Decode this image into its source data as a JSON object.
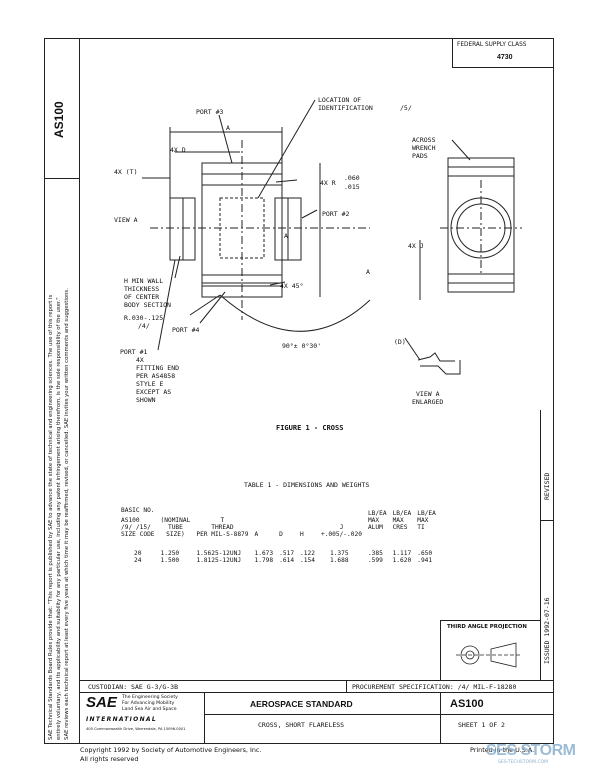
{
  "doc_id": "AS100",
  "federal_supply": {
    "label": "FEDERAL SUPPLY CLASS",
    "value": "4730"
  },
  "side_notes": [
    "SAE Technical Standards Board Rules provide that: \"This report is published by SAE to advance the state of technical and engineering sciences. The use of this report is",
    "entirely voluntary, and its applicability and suitability for any particular use, including any patent infringement arising therefrom, is the sole responsibility of the user.\"",
    "SAE reviews each technical report at least every five years at which time it may be reaffirmed, revised, or cancelled. SAE invites your written comments and suggestions."
  ],
  "figure": {
    "caption": "FIGURE 1 - CROSS",
    "labels": {
      "port3": "PORT #3",
      "location": "LOCATION OF",
      "identification": "IDENTIFICATION",
      "loc_note": "/5/",
      "a_top": "A",
      "d4x": "4X D",
      "t4x": "4X (T)",
      "view_a": "VIEW A",
      "r4x": "4X R",
      "r_up": ".060",
      "r_dn": ".015",
      "port2": "PORT #2",
      "a_mid": "A",
      "h_min": "H MIN WALL",
      "thickness": "THICKNESS",
      "of_center": "OF CENTER",
      "body_section": "BODY SECTION",
      "radius": "R.030-.125",
      "radius_note": "/4/",
      "port4": "PORT #4",
      "angle45": "4X 45°",
      "angle90": "90°± 0°30'",
      "a_right": "A",
      "port1": "PORT #1",
      "port1_4x": "4X",
      "fitting_end": "FITTING END",
      "per_as": "PER AS4858",
      "style_e": "STYLE E",
      "except": "EXCEPT AS",
      "shown": "SHOWN",
      "across": "ACROSS",
      "wrench": "WRENCH",
      "pads": "PADS",
      "j4x": "4X J",
      "d_call": "(D)",
      "view_a_enl": "VIEW A",
      "enlarged": "ENLARGED"
    }
  },
  "table": {
    "title": "TABLE 1 - DIMENSIONS AND WEIGHTS",
    "headers": [
      [
        "BASIC NO.",
        "AS100",
        "/9/ /15/",
        "SIZE CODE"
      ],
      [
        "",
        "(NOMINAL",
        "TUBE",
        "SIZE)"
      ],
      [
        "",
        "T",
        "THREAD",
        "PER MIL-S-8879"
      ],
      [
        "",
        "",
        "",
        "A"
      ],
      [
        "",
        "",
        "",
        "D"
      ],
      [
        "",
        "",
        "",
        "H"
      ],
      [
        "",
        "",
        "J",
        "+.005/-.020"
      ],
      [
        "LB/EA",
        "MAX",
        "ALUM",
        ""
      ],
      [
        "LB/EA",
        "MAX",
        "CRES",
        ""
      ],
      [
        "LB/EA",
        "MAX",
        "TI",
        ""
      ]
    ],
    "rows": [
      [
        "20",
        "1.250",
        "1.5625-12UNJ",
        "1.673",
        ".517",
        ".122",
        "1.375",
        ".385",
        "1.117",
        ".650"
      ],
      [
        "24",
        "1.500",
        "1.8125-12UNJ",
        "1.798",
        ".614",
        ".154",
        "1.688",
        ".599",
        "1.620",
        ".941"
      ]
    ]
  },
  "revision": {
    "issued": "ISSUED 1992-07-16",
    "revised": "REVISED"
  },
  "third_angle": "THIRD ANGLE PROJECTION",
  "custodian": "CUSTODIAN:  SAE G-3/G-3B",
  "procurement": "PROCUREMENT SPECIFICATION:    /4/  MIL-F-18280",
  "sae": {
    "logo": "SAE",
    "line1": "The Engineering Society",
    "line2": "For Advancing Mobility",
    "line3": "Land Sea Air and Space",
    "intl": "INTERNATIONAL",
    "address": "400 Commonwealth Drive, Warrendale, PA 15096-0001"
  },
  "standard_title": "AEROSPACE STANDARD",
  "part_title": "CROSS, SHORT FLARELESS",
  "doc_id_box": "AS100",
  "sheet": "SHEET 1 OF 2",
  "copyright_line1": "Copyright  1992  by Society of Automotive Engineers, Inc.",
  "copyright_line2": "All rights reserved",
  "printed": "Printed in the U.S.A.",
  "stamp": {
    "brand": "SES STORM",
    "line": "SES-TECHSTORM.COM"
  }
}
